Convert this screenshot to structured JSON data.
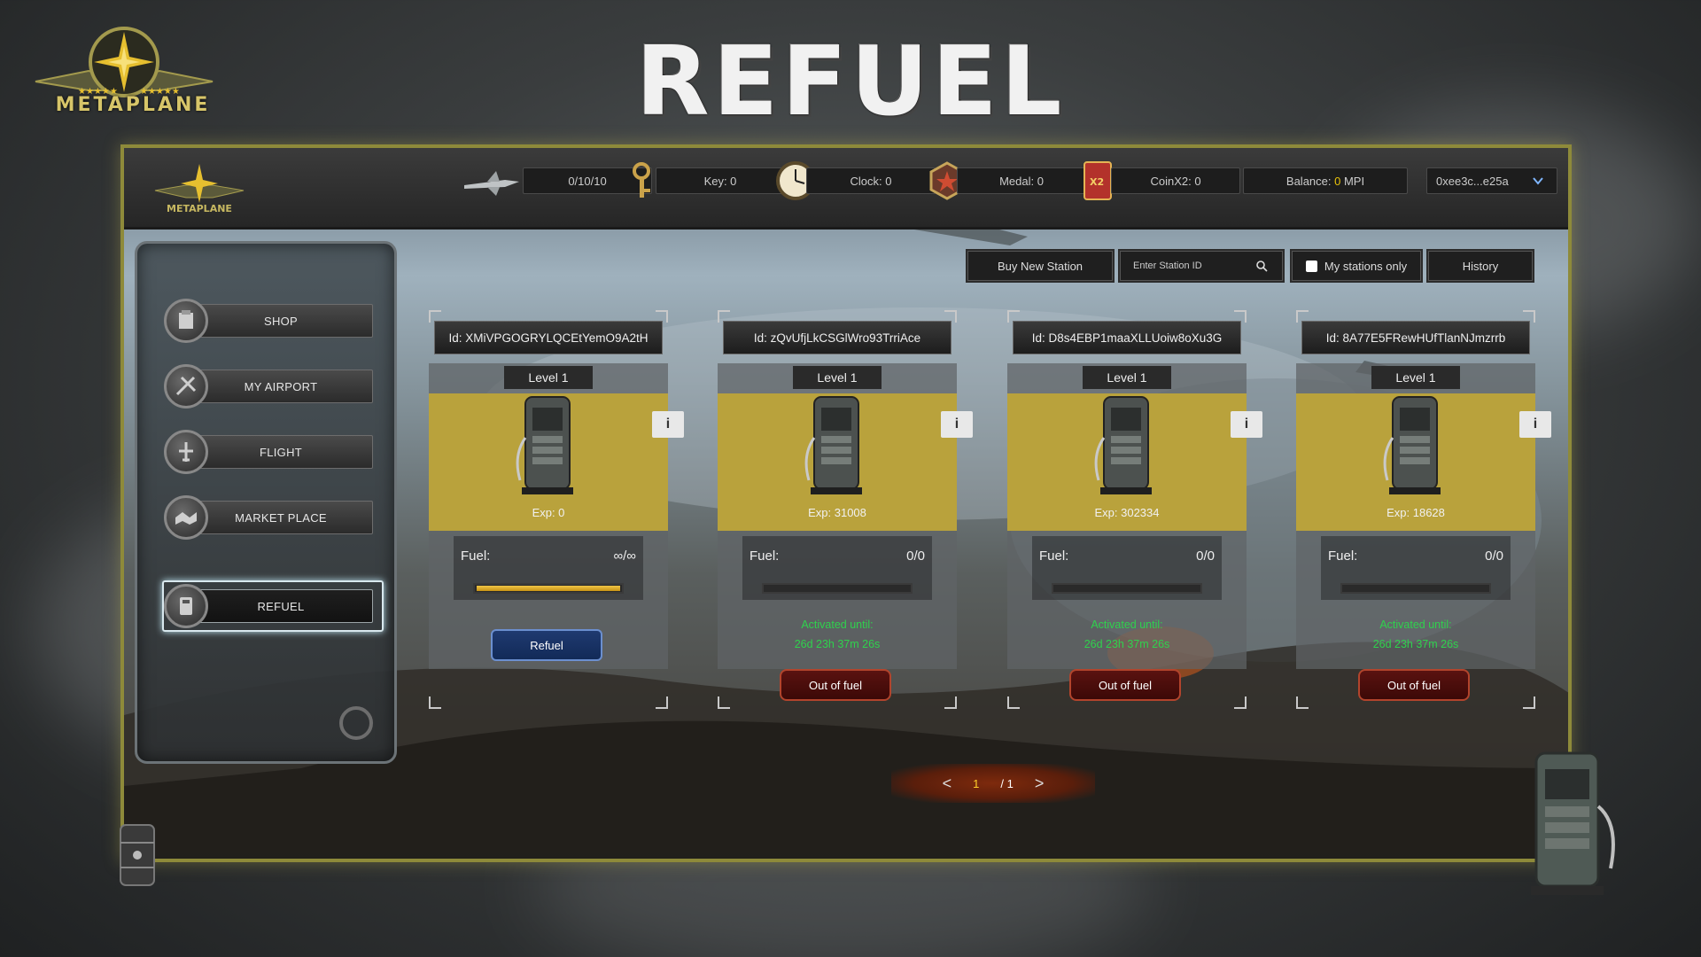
{
  "brand": "METAPLANE",
  "page_title": "REFUEL",
  "stats": {
    "planes": "0/10/10",
    "key": "Key: 0",
    "clock": "Clock: 0",
    "medal": "Medal: 0",
    "coin": "CoinX2: 0",
    "balance_prefix": "Balance: ",
    "balance_value": "0",
    "balance_unit": " MPI",
    "wallet": "0xee3c...e25a"
  },
  "sidebar": {
    "items": [
      {
        "label": "SHOP",
        "icon": "shop-icon"
      },
      {
        "label": "MY AIRPORT",
        "icon": "airport-icon"
      },
      {
        "label": "FLIGHT",
        "icon": "flight-icon"
      },
      {
        "label": "MARKET PLACE",
        "icon": "market-icon"
      },
      {
        "label": "REFUEL",
        "icon": "fuel-icon"
      }
    ],
    "active": "REFUEL"
  },
  "controls": {
    "buy_label": "Buy New Station",
    "search_placeholder": "Enter Station ID",
    "my_stations_label": "My stations only",
    "history_label": "History"
  },
  "stations": [
    {
      "id": "Id: XMiVPGOGRYLQCEtYemO9A2tH",
      "level": "Level 1",
      "exp": "Exp: 0",
      "fuel_label": "Fuel:",
      "fuel": "∞/∞",
      "fuel_fraction": 1.0,
      "action": "Refuel",
      "activated_label": "",
      "activated_time": ""
    },
    {
      "id": "Id: zQvUfjLkCSGlWro93TrriAce",
      "level": "Level 1",
      "exp": "Exp: 31008",
      "fuel_label": "Fuel:",
      "fuel": "0/0",
      "fuel_fraction": 0,
      "action": "Out of fuel",
      "activated_label": "Activated until:",
      "activated_time": "26d 23h 37m 26s"
    },
    {
      "id": "Id: D8s4EBP1maaXLLUoiw8oXu3G",
      "level": "Level 1",
      "exp": "Exp: 302334",
      "fuel_label": "Fuel:",
      "fuel": "0/0",
      "fuel_fraction": 0,
      "action": "Out of fuel",
      "activated_label": "Activated until:",
      "activated_time": "26d 23h 37m 26s"
    },
    {
      "id": "Id: 8A77E5FRewHUfTlanNJmzrrb",
      "level": "Level 1",
      "exp": "Exp: 18628",
      "fuel_label": "Fuel:",
      "fuel": "0/0",
      "fuel_fraction": 0,
      "action": "Out of fuel",
      "activated_label": "Activated until:",
      "activated_time": "26d 23h 37m 26s"
    }
  ],
  "pagination": {
    "current": "1",
    "total": "/ 1",
    "prev": "<",
    "next": ">"
  },
  "info_label": "i",
  "colors": {
    "accent_yellow": "#b9a23c",
    "active_green": "#2fd24d",
    "danger_red": "#5a1210",
    "refuel_blue": "#1f3a70",
    "balance_yellow": "#e8c20a"
  }
}
